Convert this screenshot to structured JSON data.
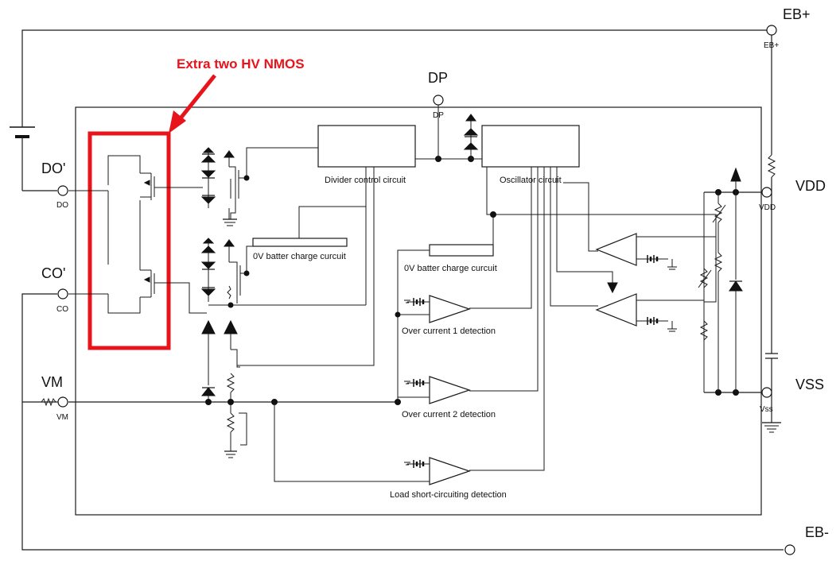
{
  "annotation": {
    "text": "Extra two HV NMOS",
    "color": "#e8141c"
  },
  "pins": {
    "eb_plus": {
      "label": "EB+",
      "small": "EB+"
    },
    "eb_minus": {
      "label": "EB-"
    },
    "dp": {
      "label": "DP",
      "small": "DP"
    },
    "vdd": {
      "label": "VDD",
      "small": "VDD"
    },
    "vss": {
      "label": "VSS",
      "small": "Vss"
    },
    "do": {
      "label": "DO'",
      "small": "DO"
    },
    "co": {
      "label": "CO'",
      "small": "CO"
    },
    "vm": {
      "label": "VM",
      "small": "VM"
    }
  },
  "blocks": {
    "divider": "Divider control circuit",
    "oscillator": "Oscillator circuit",
    "zero_v_left": "0V batter charge curcuit",
    "zero_v_right": "0V batter charge curcuit",
    "oc1": "Over current 1 detection",
    "oc2": "Over current 2 detection",
    "short": "Load short-circuiting detection"
  }
}
